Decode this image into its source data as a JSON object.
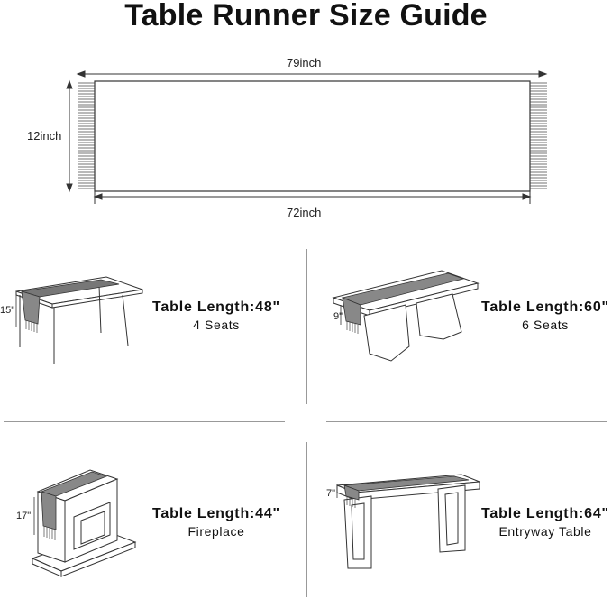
{
  "title": "Table Runner Size Guide",
  "runner": {
    "total_length": "79inch",
    "width": "12inch",
    "body_length": "72inch"
  },
  "panels": [
    {
      "length": "Table Length:48\"",
      "sub": "4 Seats",
      "drop": "15\""
    },
    {
      "length": "Table Length:60\"",
      "sub": "6 Seats",
      "drop": "9\""
    },
    {
      "length": "Table Length:44\"",
      "sub": "Fireplace",
      "drop": "17\""
    },
    {
      "length": "Table Length:64\"",
      "sub": "Entryway Table",
      "drop": "7\""
    }
  ]
}
